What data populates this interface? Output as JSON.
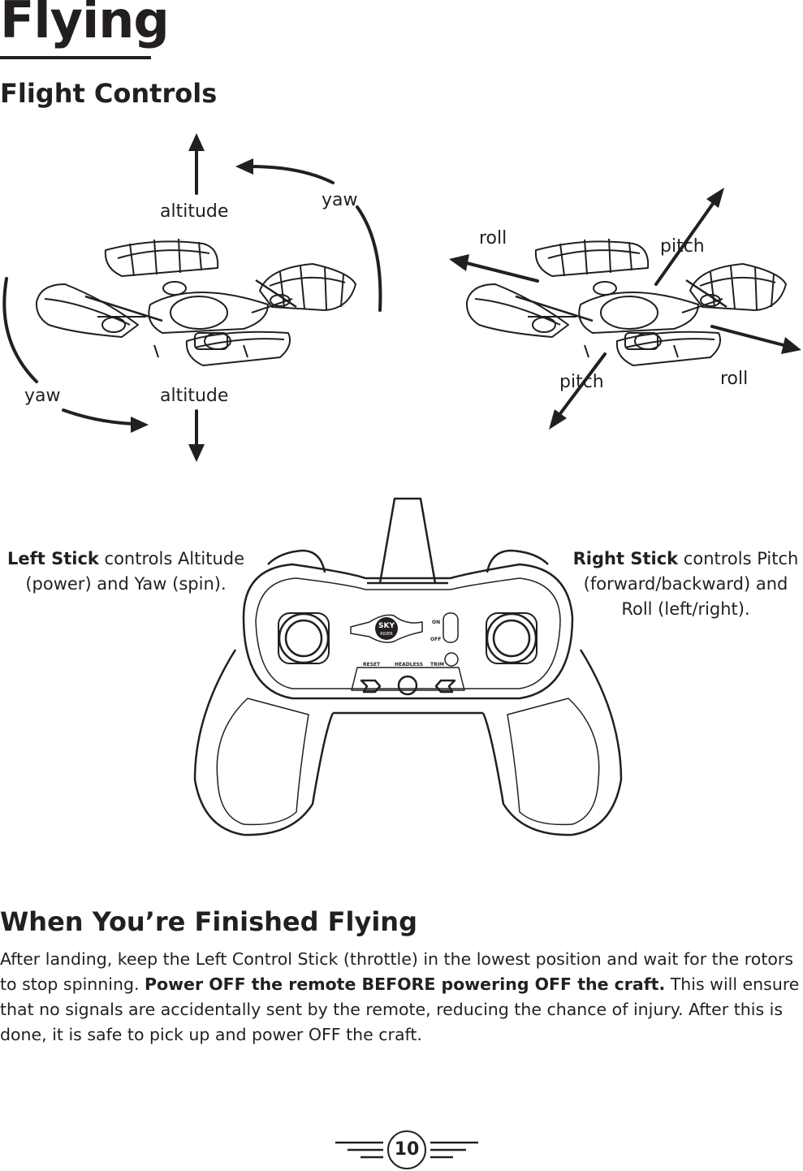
{
  "page": {
    "title": "Flying",
    "page_number": "10"
  },
  "flight_controls": {
    "heading": "Flight Controls",
    "left_drone_labels": {
      "altitude_up": "altitude",
      "yaw_top": "yaw",
      "yaw_bottom": "yaw",
      "altitude_down": "altitude"
    },
    "right_drone_labels": {
      "roll_left": "roll",
      "pitch_forward": "pitch",
      "pitch_back": "pitch",
      "roll_right": "roll"
    }
  },
  "controller": {
    "logo_top": "SKY",
    "logo_bottom": "RIDER",
    "switch_on": "ON",
    "switch_off": "OFF",
    "btn_reset": "RESET",
    "btn_headless": "HEADLESS",
    "btn_trim": "TRIM"
  },
  "captions": {
    "left_bold": "Left Stick",
    "left_rest_1": " controls Altitude",
    "left_rest_2": "(power) and Yaw (spin).",
    "right_bold": "Right Stick",
    "right_rest_1": " controls Pitch",
    "right_rest_2": "(forward/backward) and",
    "right_rest_3": "Roll (left/right)."
  },
  "finished": {
    "heading": "When You’re Finished Flying",
    "text_1": "After landing, keep the Left Control Stick (throttle) in the lowest position and wait for the rotors to stop spinning. ",
    "text_bold": "Power OFF the remote BEFORE powering OFF the craft.",
    "text_2": " This will ensure that no signals are accidentally sent by the remote, reducing the chance of injury. After this is done, it is safe to pick up and power OFF the craft."
  }
}
